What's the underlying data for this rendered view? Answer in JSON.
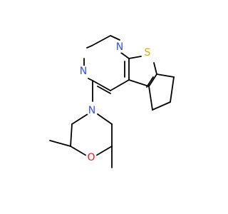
{
  "structure": {
    "atoms": [
      {
        "id": "n-upper",
        "label": "N",
        "color": "#3050f8"
      },
      {
        "id": "n-lower",
        "label": "N",
        "color": "#3050f8"
      },
      {
        "id": "s-thiophene",
        "label": "S",
        "color": "#c8b400"
      },
      {
        "id": "n-morpholine",
        "label": "N",
        "color": "#3050f8"
      },
      {
        "id": "o-morpholine",
        "label": "O",
        "color": "#ff0d0d"
      }
    ],
    "bond_color": "#000000"
  }
}
